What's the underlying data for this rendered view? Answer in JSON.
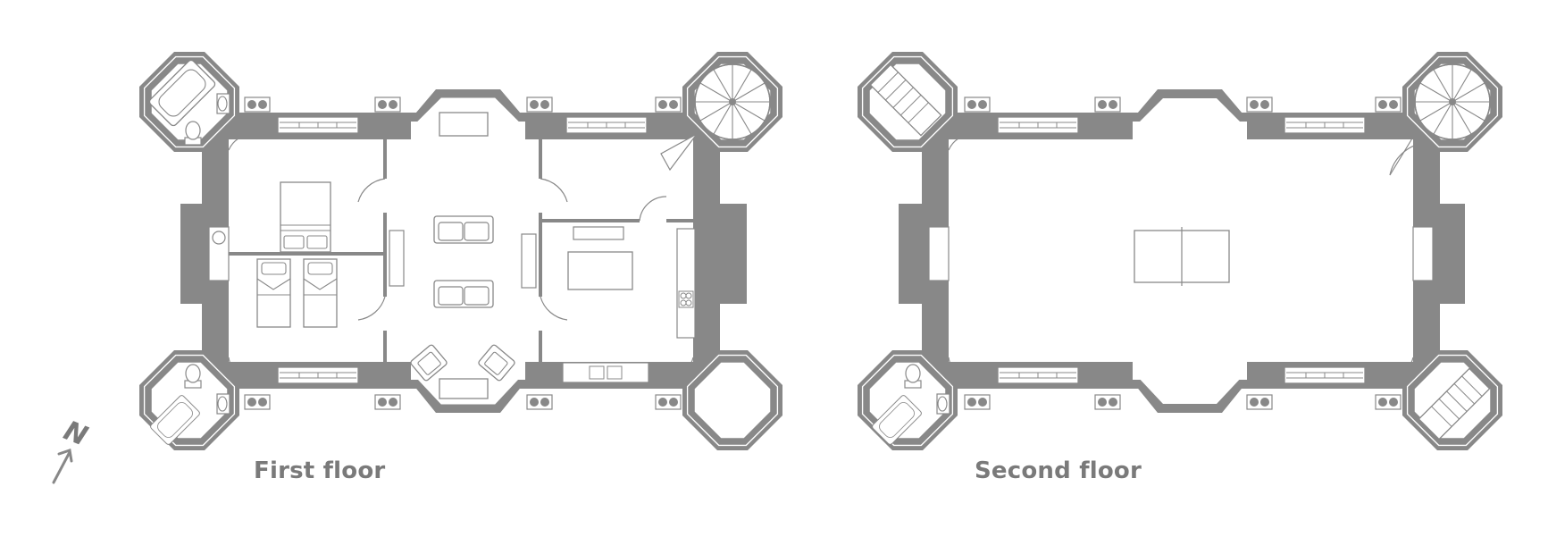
{
  "colors": {
    "wall": "#888888",
    "line": "#8a8a8a",
    "background": "#ffffff",
    "label": "#7a7a7a"
  },
  "compass": {
    "letter": "N"
  },
  "floors": [
    {
      "id": "first",
      "label": "First floor"
    },
    {
      "id": "second",
      "label": "Second floor"
    }
  ]
}
